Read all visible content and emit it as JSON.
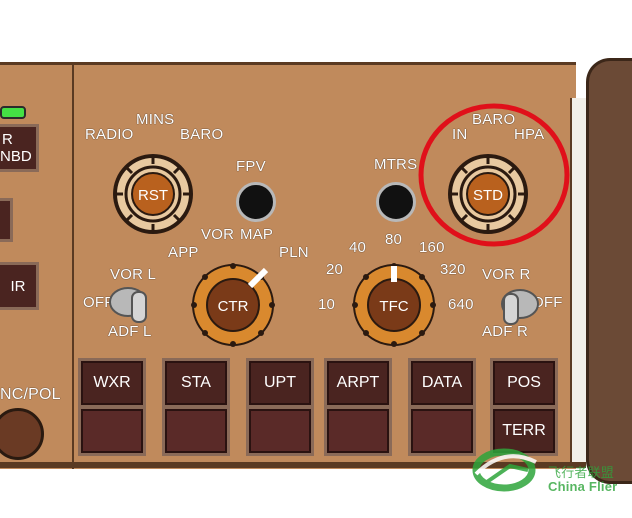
{
  "left_panel": {
    "btn1_line1": "R",
    "btn1_line2": "NBD",
    "btn2": "IR",
    "bottom_label": "NC/POL"
  },
  "baro_left": {
    "mins": "MINS",
    "radio": "RADIO",
    "baro": "BARO",
    "knob": "RST"
  },
  "fpv": "FPV",
  "mtrs": "MTRS",
  "baro_right": {
    "baro": "BARO",
    "in": "IN",
    "hpa": "HPA",
    "knob": "STD"
  },
  "vor_adf_left": {
    "vor": "VOR L",
    "off": "OFF",
    "adf": "ADF L"
  },
  "mode": {
    "app": "APP",
    "vor": "VOR",
    "map": "MAP",
    "pln": "PLN",
    "knob": "CTR"
  },
  "range": {
    "r10": "10",
    "r20": "20",
    "r40": "40",
    "r80": "80",
    "r160": "160",
    "r320": "320",
    "r640": "640",
    "knob": "TFC"
  },
  "vor_adf_right": {
    "vor": "VOR R",
    "off": "OFF",
    "adf": "ADF R"
  },
  "buttons": [
    "WXR",
    "STA",
    "UPT",
    "ARPT",
    "DATA",
    "POS",
    "TERR"
  ],
  "watermark": {
    "cn": "飞行者联盟",
    "en": "China Flier"
  },
  "colors": {
    "panel": "#c08a5c",
    "highlight": "#e0101a",
    "knob": "#d9892e"
  }
}
